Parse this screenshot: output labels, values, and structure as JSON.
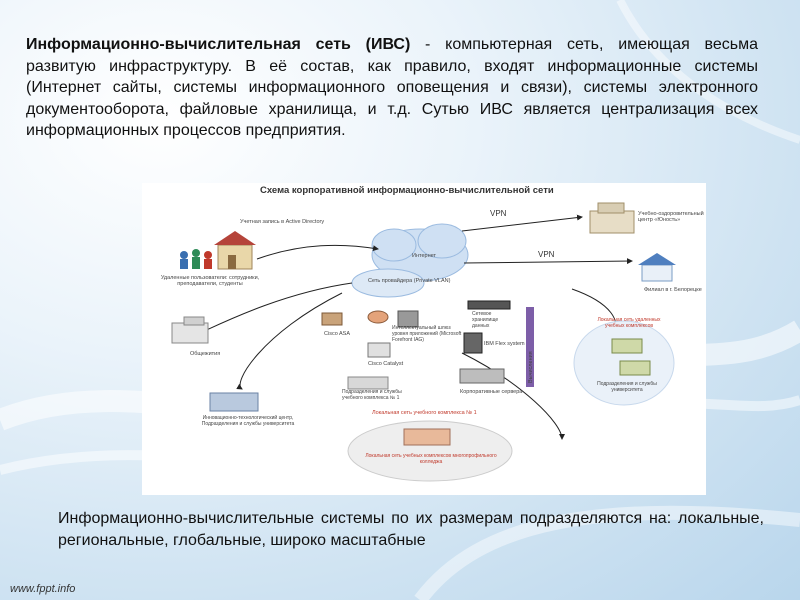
{
  "intro": {
    "term": "Информационно-вычислительная сеть (ИВС)",
    "text": " - компьютерная сеть, имеющая весьма развитую инфраструктуру. В её состав, как правило, входят информационные системы (Интернет сайты, системы информационного оповещения и связи), системы электронного документооборота, файловые хранилища, и т.д. Сутью ИВС является централизация всех информационных процессов предприятия."
  },
  "diagram": {
    "title": "Схема корпоративной информационно-вычислительной сети",
    "labels": {
      "ad": "Учетная запись в Active Directory",
      "remote_users": "Удаленные пользователи: сотрудники, преподаватели, студенты",
      "internet": "Интернет",
      "vpn1": "VPN",
      "vpn2": "VPN",
      "training_center": "Учебно-оздоровительный центр «Юность»",
      "branch": "Филиал в г. Белорецке",
      "provider": "Сеть провайдера (Private VLAN)",
      "dorm": "Общежития",
      "cisco_asa": "Cisco ASA",
      "iag": "Интеллектуальный шлюз уровня приложений (Microsoft Forefront IAG)",
      "storage": "Сетевое хранилище данных",
      "ibm": "IBM Flex system",
      "computing": "Вычисления",
      "local_net_campus": "Локальная сеть удаленных учебных комплексов",
      "remote_campus": "Подразделения и службы университета",
      "catalyst": "Cisco Catalyst",
      "dept1": "Подразделения и службы учебного комплекса № 1",
      "servers": "Корпоративные сервера",
      "local_net_1": "Локальная сеть учебного комплекса № 1",
      "tech_center": "Инновационно-технологический центр, Подразделения и службы университета",
      "college": "Локальная сеть учебных комплексов многопрофильного колледжа"
    }
  },
  "sizes_text": "Информационно-вычислительные системы по их размерам подразделяются на: локальные, региональные, глобальные, широко масштабные",
  "footer": "www.fppt.info",
  "colors": {
    "cloud": "#cfe0f3",
    "cloud_edge": "#9bbbe0",
    "red_label": "#c0392b"
  }
}
